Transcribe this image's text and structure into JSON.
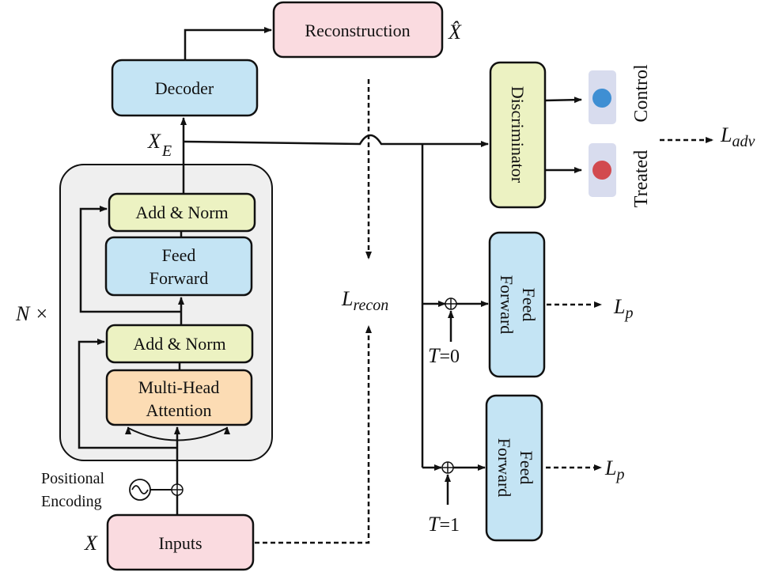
{
  "colors": {
    "pink": "#fadbe0",
    "blue": "#c4e4f4",
    "yellow": "#ecf2c2",
    "orange": "#fcdcb4",
    "encoder_bg": "#efefef",
    "circle_blue": "#3f8fd3",
    "circle_red": "#d24a4f",
    "circle_bg": "#d8dcee"
  },
  "boxes": {
    "reconstruction": "Reconstruction",
    "decoder": "Decoder",
    "discriminator": "Discriminator",
    "add_norm_top": "Add & Norm",
    "feed_forward_line1": "Feed",
    "feed_forward_line2": "Forward",
    "add_norm_bottom": "Add & Norm",
    "mha_line1": "Multi-Head",
    "mha_line2": "Attention",
    "inputs": "Inputs",
    "ff_t0_line1": "Feed",
    "ff_t0_line2": "Forward",
    "ff_t1_line1": "Feed",
    "ff_t1_line2": "Forward"
  },
  "labels": {
    "x_hat": "X̂",
    "x_e_main": "X",
    "x_e_sub": "E",
    "n_times": "N ×",
    "l_recon_main": "L",
    "l_recon_sub": "recon",
    "l_adv_main": "L",
    "l_adv_sub": "adv",
    "lp_top_main": "L",
    "lp_top_sub": "p",
    "lp_bottom_main": "L",
    "lp_bottom_sub": "p",
    "t0_var": "T",
    "t0_val": "=0",
    "t1_var": "T",
    "t1_val": "=1",
    "positional_line1": "Positional",
    "positional_line2": "Encoding",
    "x_input": "X",
    "treated": "Treated",
    "control": "Control"
  }
}
